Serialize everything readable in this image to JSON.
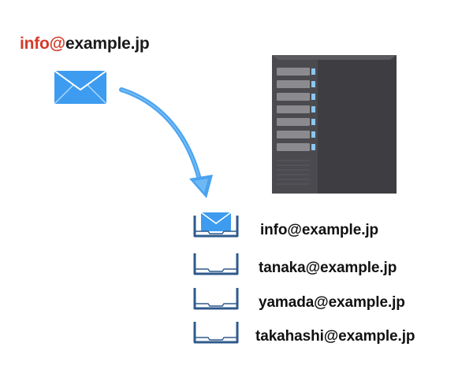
{
  "sender": {
    "local_part": "info@",
    "domain_part": "example.jp"
  },
  "mailboxes": [
    {
      "address": "info@example.jp",
      "has_mail": true,
      "icon": "inbox-tray-icon"
    },
    {
      "address": "tanaka@example.jp",
      "has_mail": false,
      "icon": "inbox-tray-icon"
    },
    {
      "address": "yamada@example.jp",
      "has_mail": false,
      "icon": "inbox-tray-icon"
    },
    {
      "address": "takahashi@example.jp",
      "has_mail": false,
      "icon": "inbox-tray-icon"
    }
  ],
  "icons": {
    "envelope": "envelope-icon",
    "arrow": "curved-arrow-icon",
    "server": "server-tower-icon"
  },
  "colors": {
    "accent_red": "#d53a2a",
    "envelope_blue": "#3d9cf0",
    "arrow_blue": "#4aa3f0",
    "tray_navy": "#2f5a8c",
    "server_dark": "#4a4a4f",
    "server_led": "#8cc6f0"
  }
}
